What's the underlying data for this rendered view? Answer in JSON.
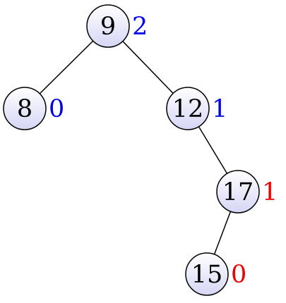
{
  "tree": {
    "nodes": [
      {
        "id": "n9",
        "key": "9",
        "height": "2",
        "height_color": "#0000ee"
      },
      {
        "id": "n8",
        "key": "8",
        "height": "0",
        "height_color": "#0000ee"
      },
      {
        "id": "n12",
        "key": "12",
        "height": "1",
        "height_color": "#0000ee"
      },
      {
        "id": "n17",
        "key": "17",
        "height": "1",
        "height_color": "#ee0000"
      },
      {
        "id": "n15",
        "key": "15",
        "height": "0",
        "height_color": "#ee0000"
      }
    ],
    "edges": [
      {
        "from": "n9",
        "to": "n8"
      },
      {
        "from": "n9",
        "to": "n12"
      },
      {
        "from": "n12",
        "to": "n17"
      },
      {
        "from": "n17",
        "to": "n15"
      }
    ],
    "node_fill_top": "#ffffff",
    "node_fill_bottom": "#d6d6f6",
    "stroke_color": "#000000",
    "text_color": "#000000"
  }
}
